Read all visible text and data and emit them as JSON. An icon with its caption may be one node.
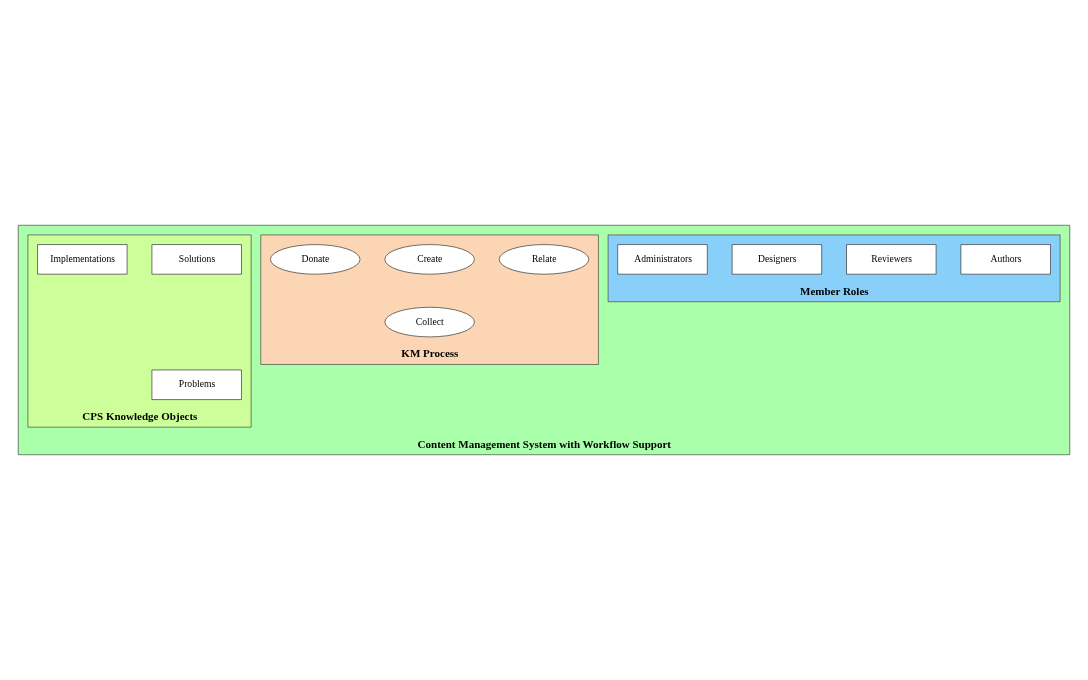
{
  "diagram": {
    "nodes": [
      {
        "text": [
          "Content Management System with Workflow Support"
        ]
      },
      {
        "text": [
          "Member Roles"
        ],
        "in": 0
      },
      {
        "text": [
          "Authors"
        ],
        "in": 1
      },
      {
        "text": [
          "Reviewers"
        ],
        "in": 1
      },
      {
        "text": [
          "Designers"
        ],
        "in": 1
      },
      {
        "text": [
          "Administrators"
        ],
        "in": 1
      },
      {
        "text": [
          "KM Process"
        ],
        "in": 0
      },
      {
        "text": [
          "Collect"
        ],
        "in": 6
      },
      {
        "text": [
          "Relate"
        ],
        "in": 6
      },
      {
        "text": [
          "Create"
        ],
        "in": 6
      },
      {
        "text": [
          "Donate"
        ],
        "in": 6
      },
      {
        "text": [
          "CPS Knowledge Objects"
        ],
        "in": 0
      },
      {
        "text": [
          "Problems"
        ],
        "in": 11
      },
      {
        "text": [
          "Solutions"
        ],
        "in": 11
      },
      {
        "text": [
          "Implementations"
        ],
        "in": 11
      }
    ],
    "edges": []
  }
}
